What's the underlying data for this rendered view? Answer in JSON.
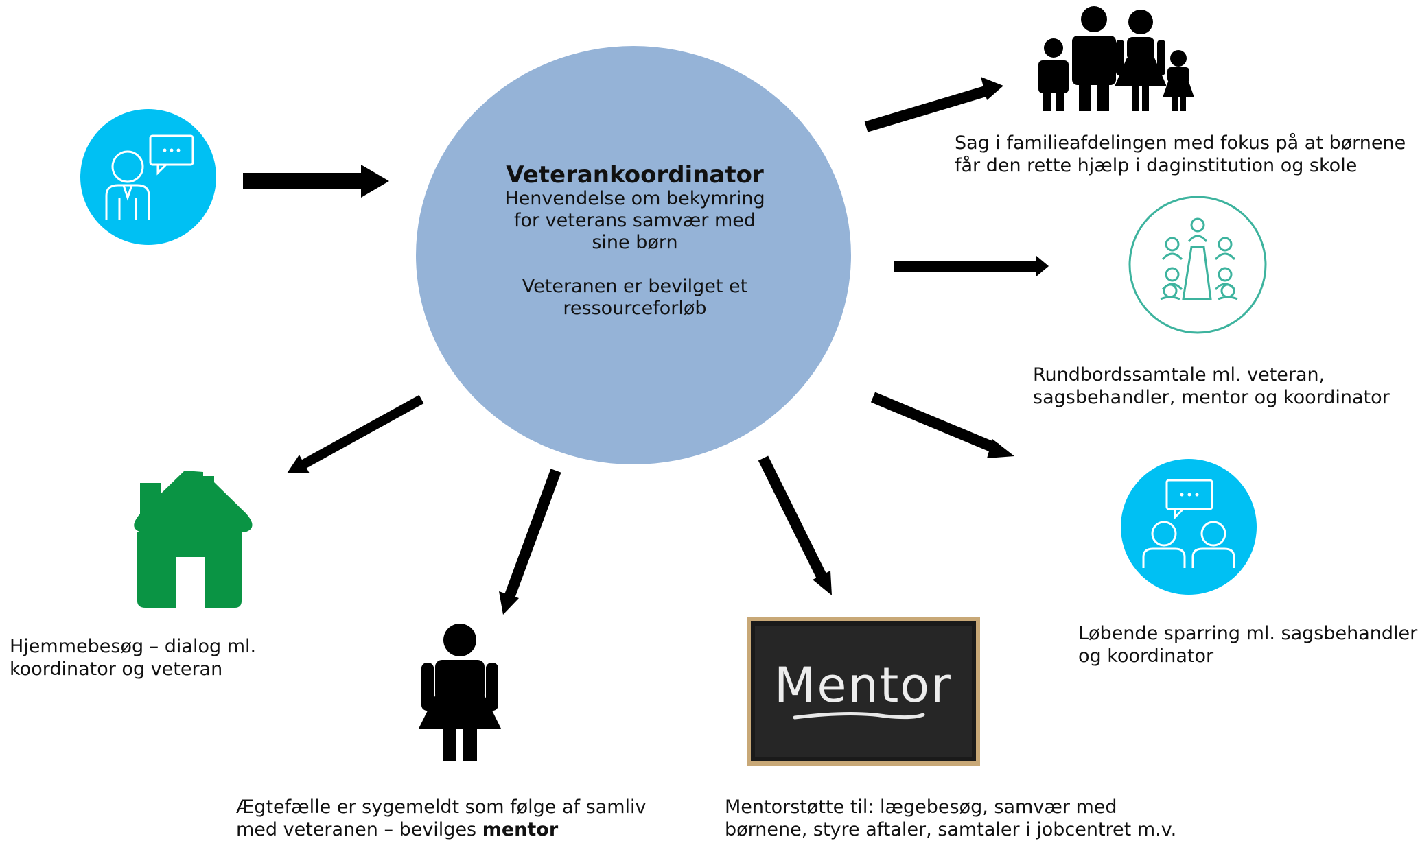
{
  "center": {
    "title": "Veterankoordinator",
    "line1": "Henvendelse om bekymring",
    "line2": "for veterans samvær med",
    "line3": "sine børn",
    "line4": "Veteranen er bevilget et",
    "line5": "ressourceforløb"
  },
  "family_case": {
    "line1": "Sag i familieafdelingen med fokus på at børnene",
    "line2": "får den rette hjælp i daginstitution og skole"
  },
  "roundtable": {
    "line1": "Rundbordssamtale ml. veteran,",
    "line2": "sagsbehandler, mentor og koordinator"
  },
  "sparring": {
    "line1": "Løbende sparring ml. sagsbehandler",
    "line2": "og koordinator"
  },
  "home_visit": {
    "line1": "Hjemmebesøg – dialog ml.",
    "line2": "koordinator og veteran"
  },
  "spouse": {
    "line1": "Ægtefælle er sygemeldt som følge af samliv",
    "line2_prefix": "med veteranen – bevilges ",
    "line2_bold": "mentor"
  },
  "mentor_support": {
    "line1": "Mentorstøtte til: lægebesøg, samvær med",
    "line2": "børnene, styre aftaler, samtaler i jobcentret m.v."
  },
  "chalkboard": {
    "word": "Mentor"
  },
  "colors": {
    "circle_fill": "#95b3d7",
    "icon_blue": "#00c0f3",
    "house_green": "#0a9444",
    "roundtable_teal": "#3db39e",
    "arrow": "#000000"
  },
  "icons": [
    "person-speech-icon",
    "family-icon",
    "roundtable-meeting-icon",
    "two-people-chat-icon",
    "house-icon",
    "woman-icon",
    "mentor-chalkboard-image"
  ]
}
